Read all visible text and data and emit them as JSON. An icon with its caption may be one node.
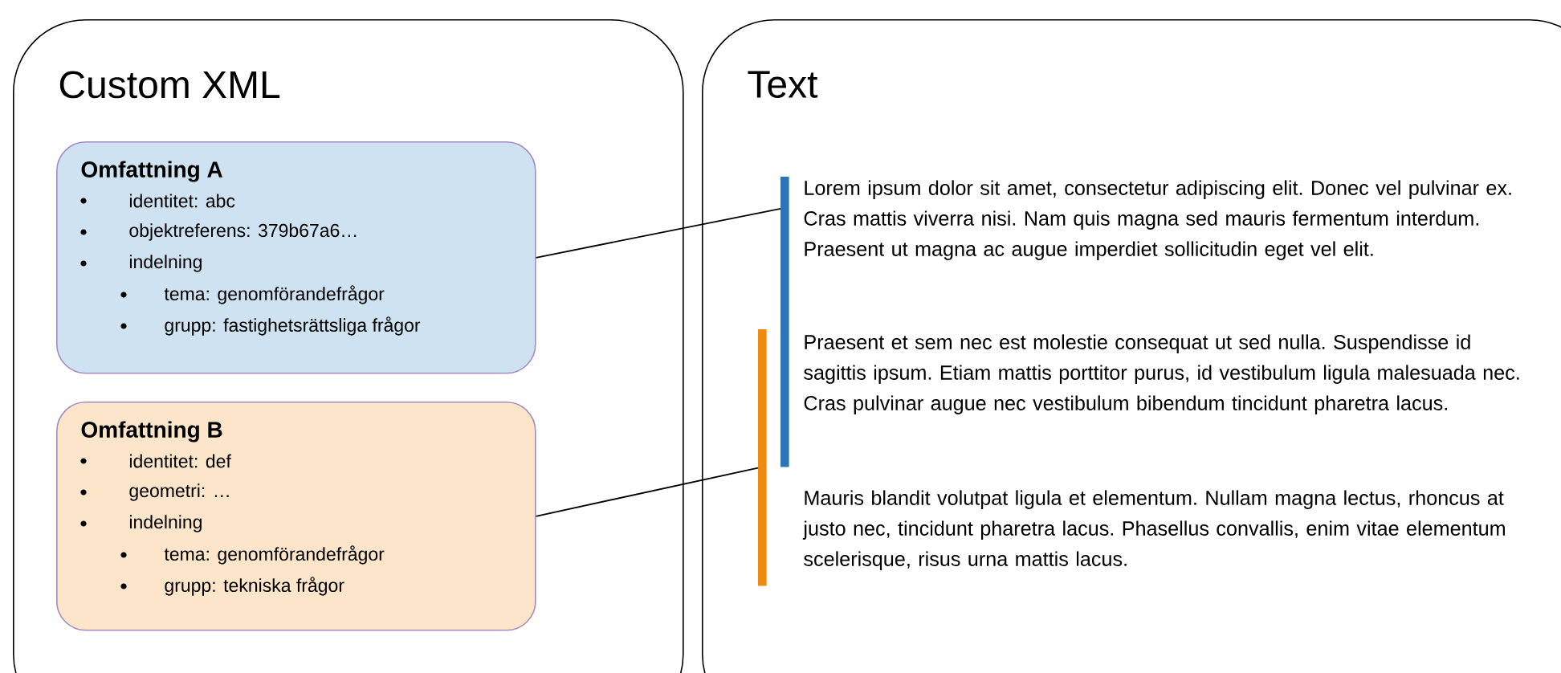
{
  "diagram": {
    "nodes": [
      {
        "text": [
          "Custom XML"
        ]
      },
      {
        "text": [
          "Omfattning A",
          "identitet: abc",
          "objektreferens: 379b67a6…",
          "indelning",
          "tema: genomförandefrågor",
          "grupp: fastighetsrättsliga frågor"
        ],
        "in": 0
      },
      {
        "text": [
          "Omfattning B",
          "identitet: def",
          "geometri: …",
          "indelning",
          "tema: genomförandefrågor",
          "grupp: tekniska frågor"
        ],
        "in": 0
      },
      {
        "text": [
          "Text",
          "Lorem ipsum dolor sit amet, consectetur adipiscing elit. Donec vel pulvinar ex. Cras mattis viverra nisi. Nam quis magna sed mauris fermentum interdum. Praesent ut magna ac augue imperdiet sollicitudin eget vel elit.",
          "Praesent et sem nec est molestie consequat ut sed nulla. Suspendisse id sagittis ipsum. Etiam mattis porttitor purus, id vestibulum ligula malesuada nec. Cras pulvinar augue nec vestibulum bibendum tincidunt pharetra lacus.",
          "Mauris blandit volutpat ligula et elementum. Nullam magna lectus, rhoncus at justo nec, tincidunt pharetra lacus. Phasellus convallis, enim vitae elementum scelerisque, risus urna mattis lacus."
        ]
      },
      {
        "text": [],
        "shape": "bar",
        "in": 3
      },
      {
        "text": [],
        "shape": "bar",
        "in": 3
      }
    ],
    "edges": [
      {
        "from": 1,
        "to": 4,
        "arrow": "none"
      },
      {
        "from": 2,
        "to": 5,
        "arrow": "none"
      }
    ]
  }
}
